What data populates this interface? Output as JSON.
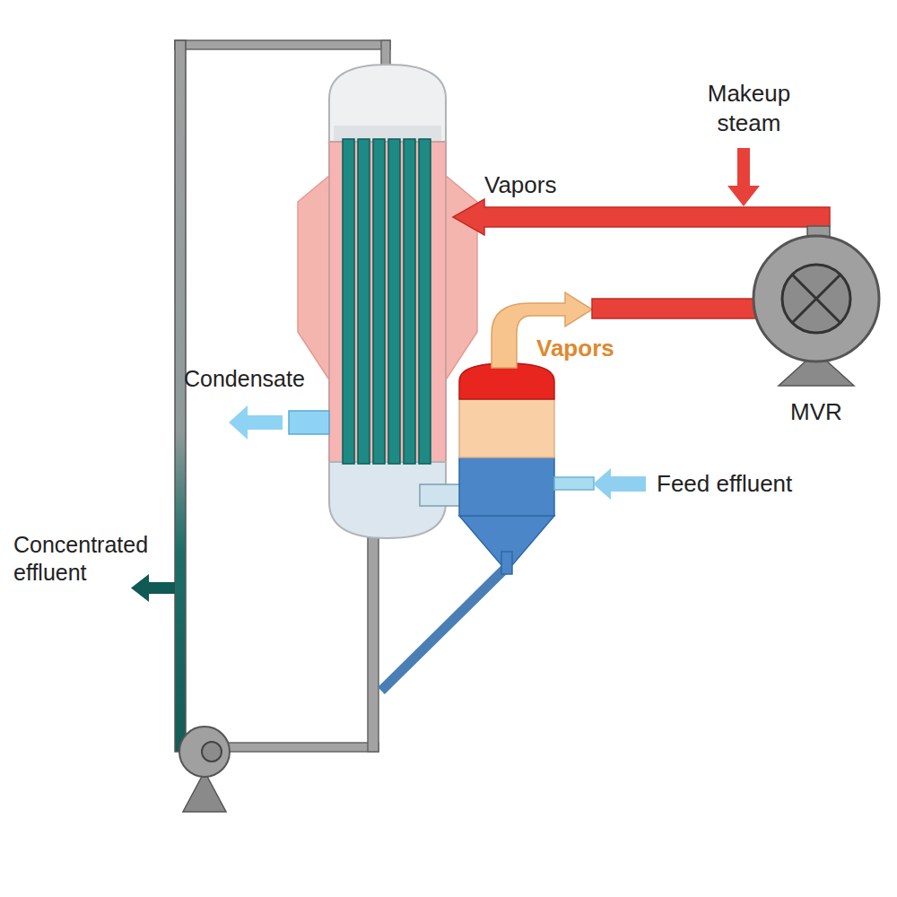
{
  "diagram": {
    "nodes": [
      {
        "text": [
          "MVR"
        ]
      }
    ],
    "labels": [
      "Makeup steam",
      "Vapors",
      "Vapors",
      "Condensate",
      "Feed effluent",
      "Concentrated effluent"
    ]
  }
}
